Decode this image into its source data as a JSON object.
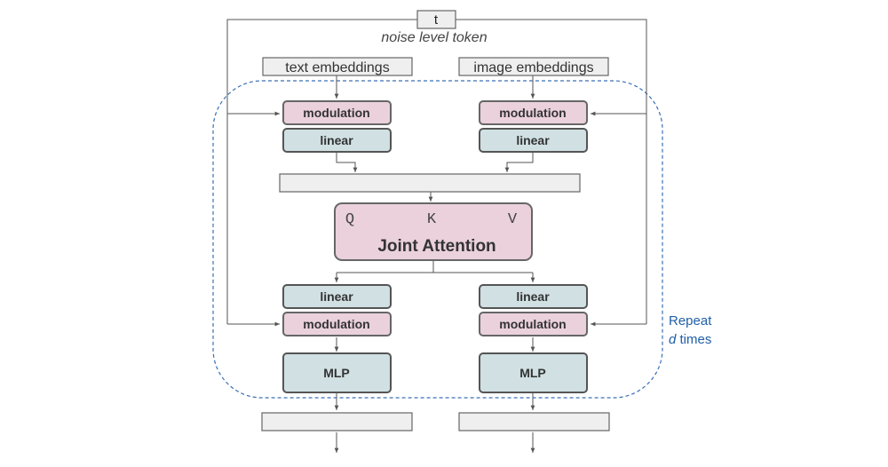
{
  "token": {
    "label": "t",
    "caption": "noise level token"
  },
  "inputs": {
    "text": "text embeddings",
    "image": "image embeddings"
  },
  "blocks": {
    "modulation": "modulation",
    "linear": "linear",
    "mlp": "MLP"
  },
  "attention": {
    "q": "Q",
    "k": "K",
    "v": "V",
    "title": "Joint Attention"
  },
  "repeat": {
    "line1": "Repeat",
    "d": "d",
    "times": " times"
  },
  "colors": {
    "modulation": "#ead1dc",
    "linear": "#d0e0e3",
    "repeat_border": "#3b6fb6"
  }
}
